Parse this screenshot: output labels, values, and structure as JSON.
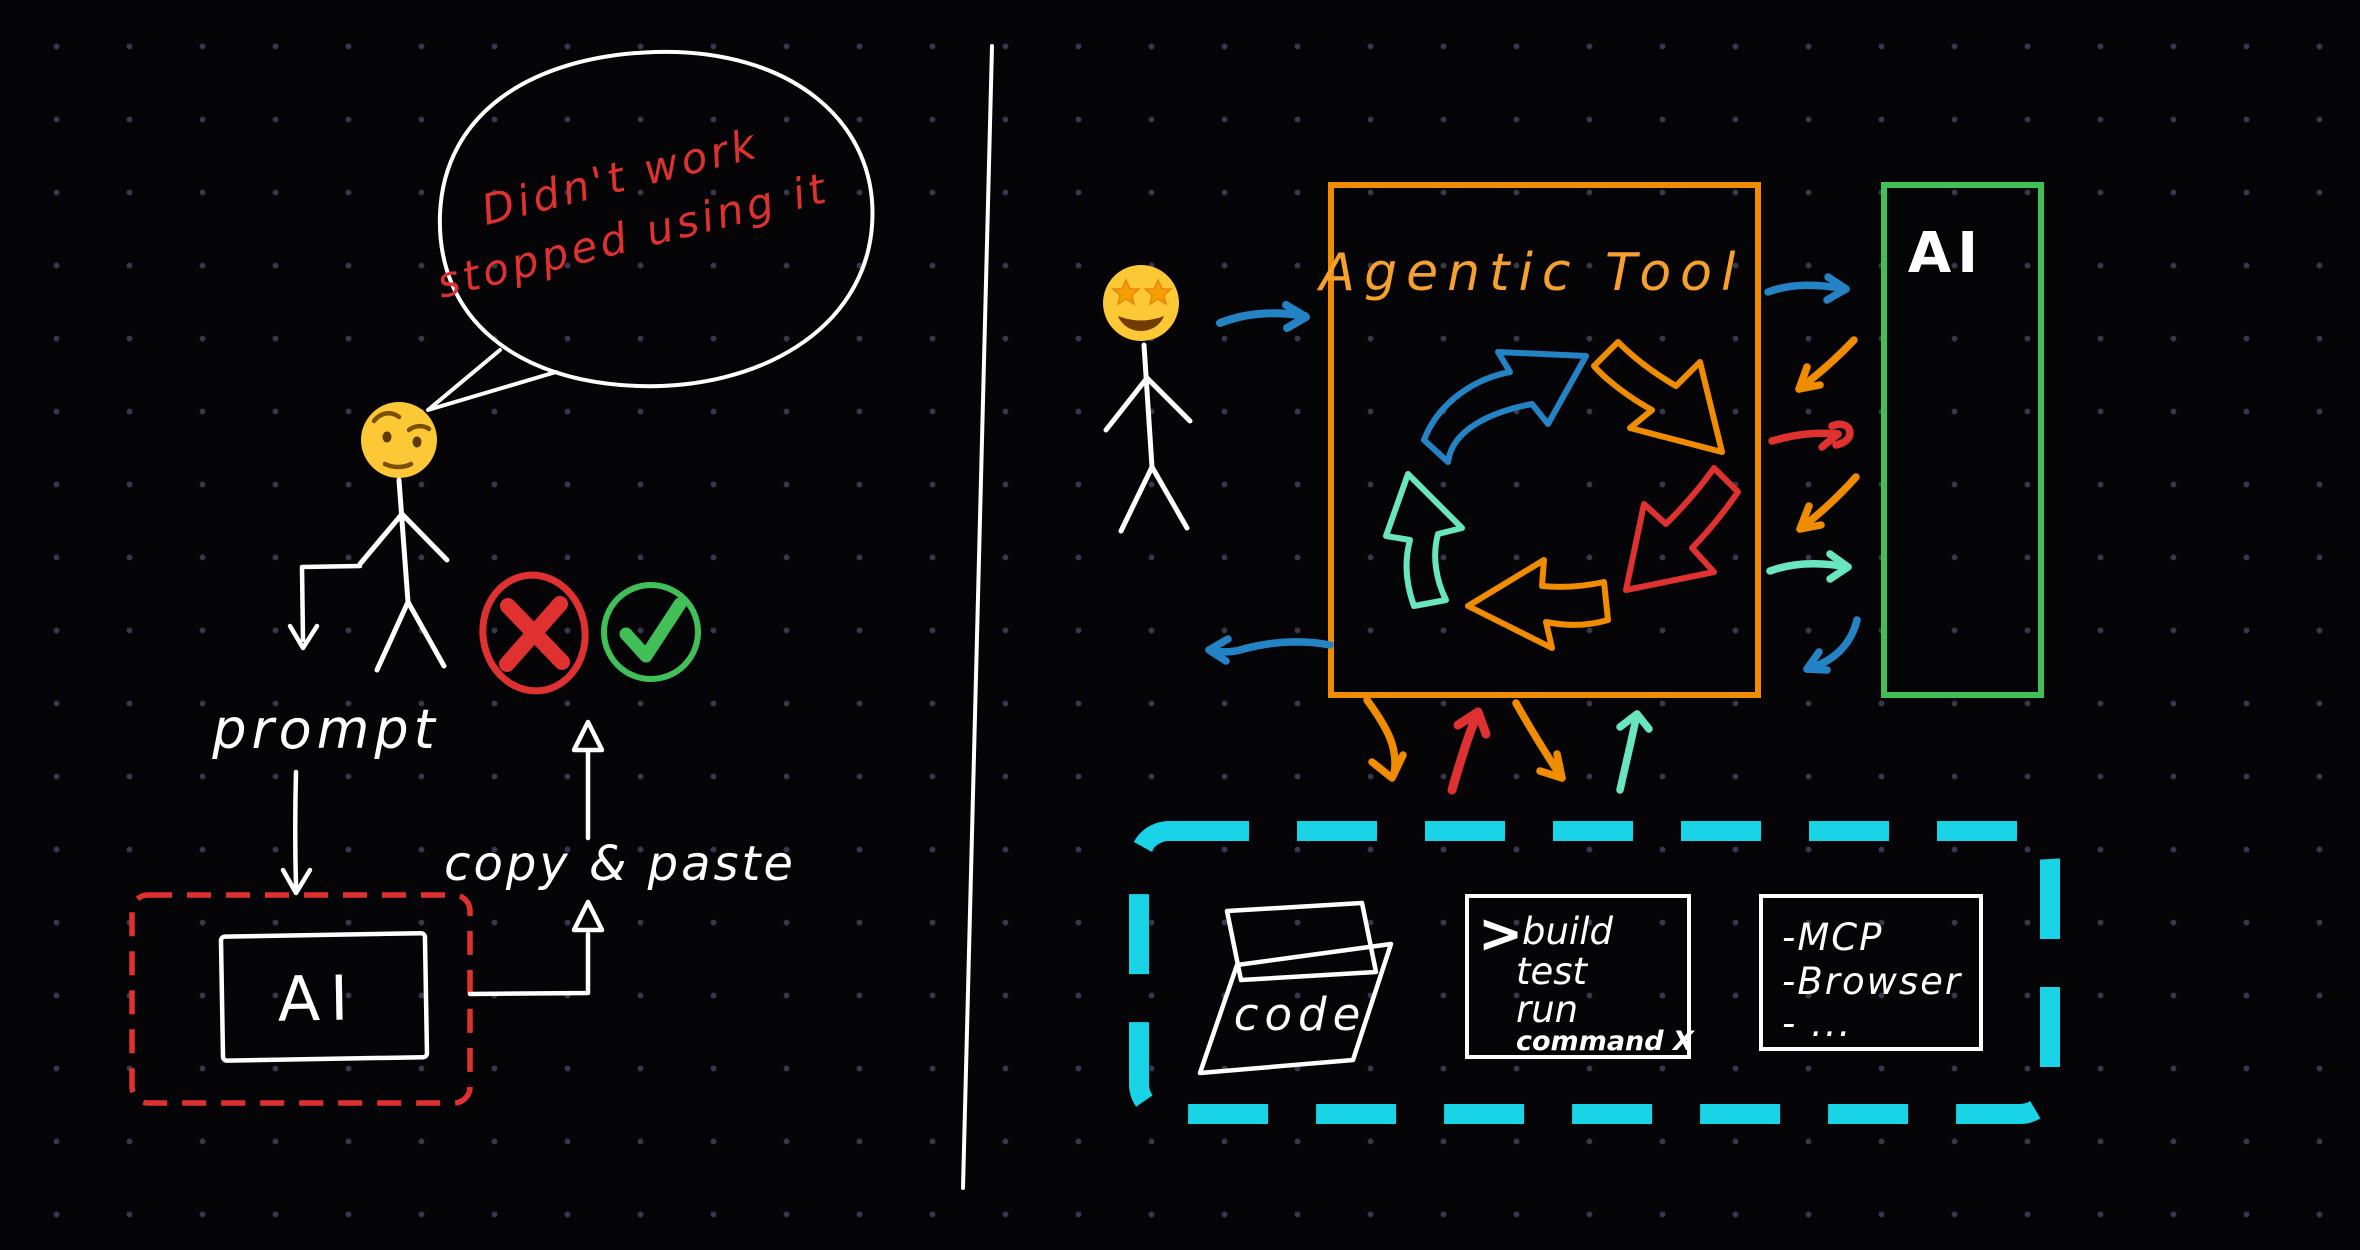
{
  "colors": {
    "background": "#050507",
    "red": "#e03131",
    "green": "#40c057",
    "orange": "#f08c00",
    "blue": "#2483c5",
    "cyan": "#19d3e6",
    "mint": "#69e5c0",
    "white": "#ffffff"
  },
  "left": {
    "speech_bubble": {
      "line1": "Didn't work",
      "line2": "stopped using it"
    },
    "person_emoji": {
      "name": "face-with-raised-eyebrow",
      "char": "🤨"
    },
    "prompt_label": "prompt",
    "ai_label": "AI",
    "copy_paste_label": "copy & paste"
  },
  "right": {
    "person_emoji": {
      "name": "star-struck",
      "char": "🤩"
    },
    "agentic_tool_title": "Agentic Tool",
    "ai_label": "AI",
    "code_label": "code",
    "terminal": {
      "prompt_symbol": ">",
      "line1": "build",
      "line2": "test",
      "line3": "run",
      "line4": "command X"
    },
    "integrations": {
      "line1": "-MCP",
      "line2": "-Browser",
      "line3": "- ..."
    }
  }
}
